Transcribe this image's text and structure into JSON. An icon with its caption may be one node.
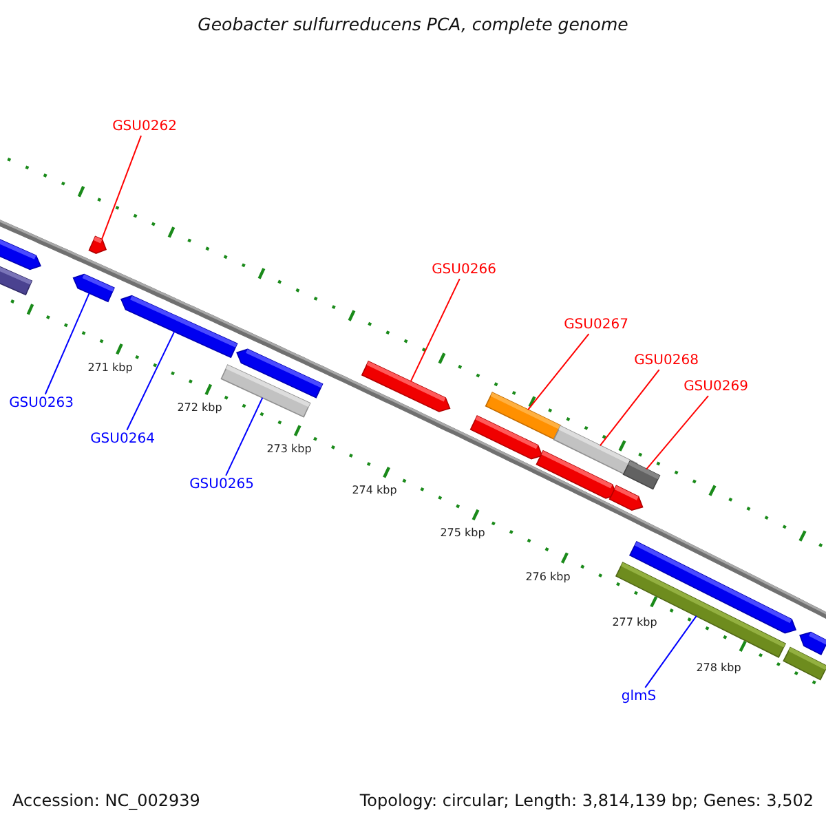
{
  "diagram": {
    "title": "Geobacter sulfurreducens PCA, complete genome",
    "nodes": [
      {
        "text": [
          "GSU0262"
        ]
      },
      {
        "text": [
          "GSU0263"
        ]
      },
      {
        "text": [
          "GSU0264"
        ]
      },
      {
        "text": [
          "GSU0265"
        ]
      },
      {
        "text": [
          "GSU0266"
        ]
      },
      {
        "text": [
          "GSU0267"
        ]
      },
      {
        "text": [
          "GSU0268"
        ]
      },
      {
        "text": [
          "GSU0269"
        ]
      },
      {
        "text": [
          "glmS"
        ]
      },
      {
        "text": [],
        "shape": "bar"
      },
      {
        "text": [],
        "shape": "bar"
      },
      {
        "text": [],
        "shape": "bar"
      },
      {
        "text": [],
        "shape": "bar"
      },
      {
        "text": [],
        "shape": "bar"
      },
      {
        "text": [],
        "shape": "bar"
      },
      {
        "text": [],
        "shape": "bar"
      },
      {
        "text": [],
        "shape": "bar"
      },
      {
        "text": [],
        "shape": "bar"
      },
      {
        "text": [],
        "shape": "bar"
      },
      {
        "text": [],
        "shape": "bar"
      },
      {
        "text": [],
        "shape": "bar"
      },
      {
        "text": [],
        "shape": "bar"
      },
      {
        "text": [],
        "shape": "bar"
      },
      {
        "text": [],
        "shape": "bar"
      },
      {
        "text": [],
        "shape": "bar"
      },
      {
        "text": [],
        "shape": "bar"
      },
      {
        "text": [],
        "shape": "bar"
      }
    ],
    "edges": [
      {
        "from": 0,
        "to": 11,
        "arrow": "none"
      },
      {
        "from": 1,
        "to": 12,
        "arrow": "none",
        "color": "#0000ff"
      },
      {
        "from": 2,
        "to": 13,
        "arrow": "none",
        "color": "#0000ff"
      },
      {
        "from": 3,
        "to": 15,
        "arrow": "none",
        "color": "#0000ff"
      },
      {
        "from": 4,
        "to": 16,
        "arrow": "none"
      },
      {
        "from": 5,
        "to": 17,
        "arrow": "none"
      },
      {
        "from": 6,
        "to": 18,
        "arrow": "none"
      },
      {
        "from": 7,
        "to": 19,
        "arrow": "none"
      },
      {
        "from": 8,
        "to": 24,
        "arrow": "none",
        "color": "#0000ff"
      }
    ],
    "labels": [
      "271 kbp",
      "272 kbp",
      "273 kbp",
      "274 kbp",
      "275 kbp",
      "276 kbp",
      "277 kbp",
      "278 kbp",
      "Accession: NC_002939",
      "Topology: circular; Length: 3,814,139 bp; Genes: 3,502"
    ]
  }
}
